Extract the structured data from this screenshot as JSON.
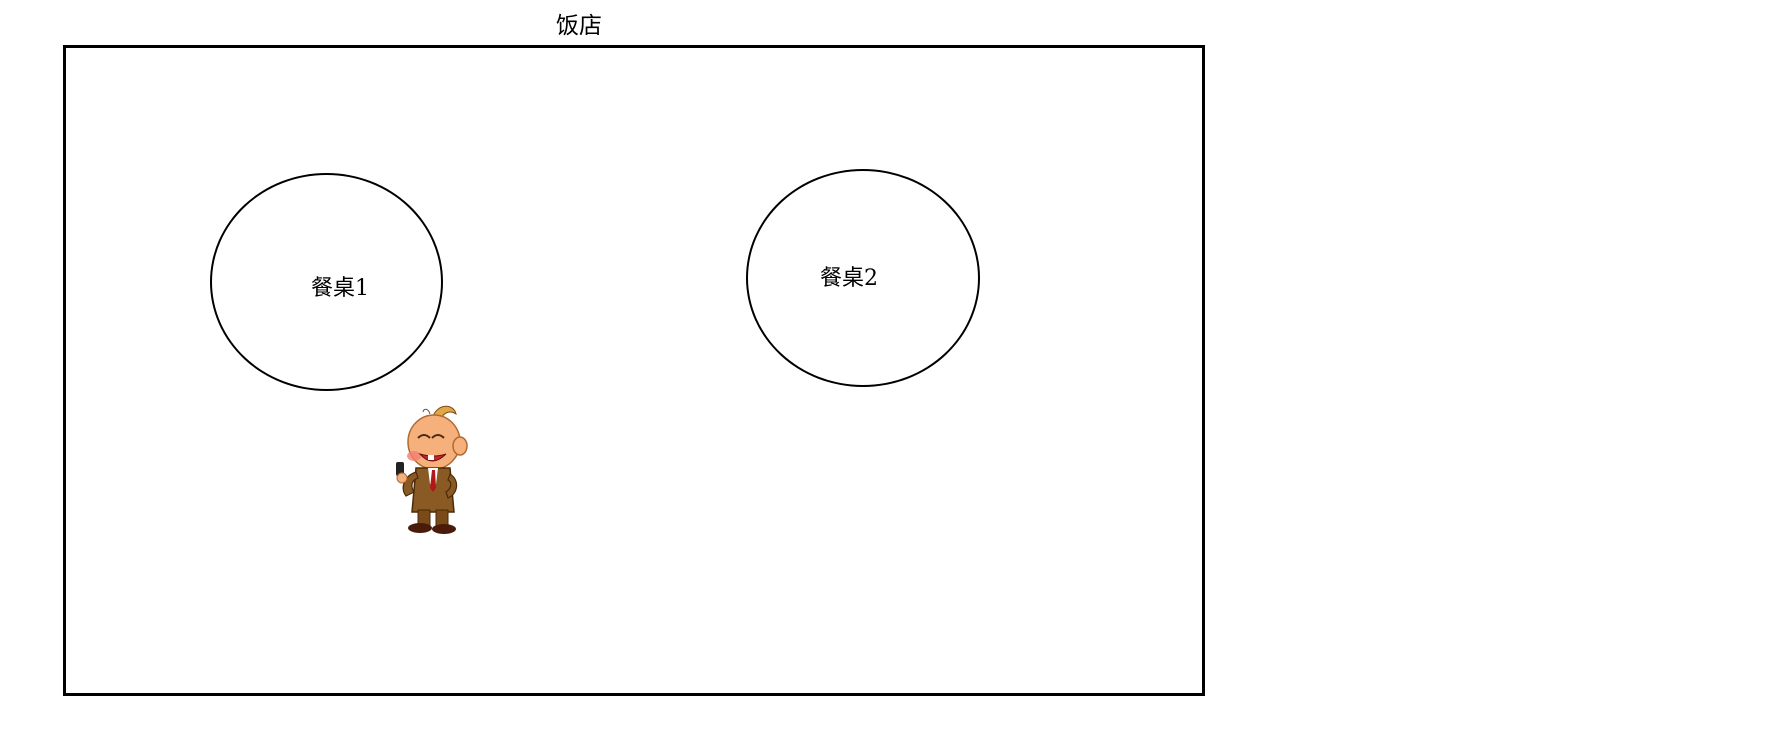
{
  "restaurant": {
    "title": "饭店"
  },
  "tables": [
    {
      "label": "餐桌1"
    },
    {
      "label": "餐桌2"
    }
  ],
  "character": {
    "icon": "waiter-character-icon"
  },
  "colors": {
    "background": "#ffffff",
    "outline": "#000000",
    "skin": "#f6b07c",
    "suit": "#8a5a24",
    "hair": "#e2a64a"
  }
}
